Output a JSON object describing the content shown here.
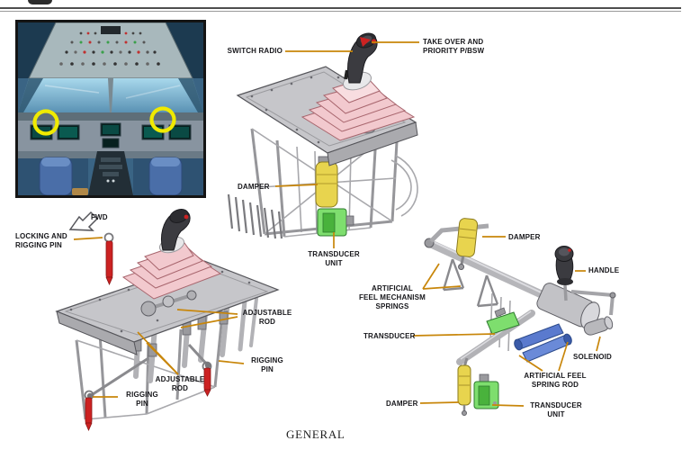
{
  "colors": {
    "leader_orange": "#c8860a",
    "damper_yellow": "#e8d44e",
    "transducer_green": "#7ede6e",
    "spring_rod_blue": "#5a7ace",
    "pin_red": "#cc2222",
    "gaiter_pink": "#f2c9ce",
    "highlight_yellow": "#f0ea00",
    "handle_dark": "#3b3b40"
  },
  "diagrams": {
    "pedestal": {
      "labels": {
        "switch_radio": [
          "SWITCH RADIO"
        ],
        "take_over_priority": [
          "TAKE OVER AND",
          "PRIORITY P/BSW"
        ],
        "damper": [
          "DAMPER"
        ],
        "transducer_unit": [
          "TRANSDUCER",
          "UNIT"
        ]
      }
    },
    "sidestick_left": {
      "labels": {
        "fwd": [
          "FWD"
        ],
        "locking_and_rigging_pin": [
          "LOCKING AND",
          "RIGGING PIN"
        ],
        "adjustable_rod_upper": [
          "ADJUSTABLE",
          "ROD"
        ],
        "rigging_pin_right": [
          "RIGGING",
          "PIN"
        ],
        "adjustable_rod_lower": [
          "ADJUSTABLE",
          "ROD"
        ],
        "rigging_pin_bottom": [
          "RIGGING",
          "PIN"
        ]
      }
    },
    "feel_unit": {
      "labels": {
        "damper_upper": [
          "DAMPER"
        ],
        "handle": [
          "HANDLE"
        ],
        "artificial_feel_mechanism_springs": [
          "ARTIFICIAL",
          "FEEL MECHANISM",
          "SPRINGS"
        ],
        "transducer": [
          "TRANSDUCER"
        ],
        "solenoid": [
          "SOLENOID"
        ],
        "artificial_feel_spring_rod": [
          "ARTIFICIAL FEEL",
          "SPRING ROD"
        ],
        "damper_lower": [
          "DAMPER"
        ],
        "transducer_unit": [
          "TRANSDUCER",
          "UNIT"
        ]
      }
    }
  },
  "footer": {
    "section_title": "GENERAL"
  }
}
